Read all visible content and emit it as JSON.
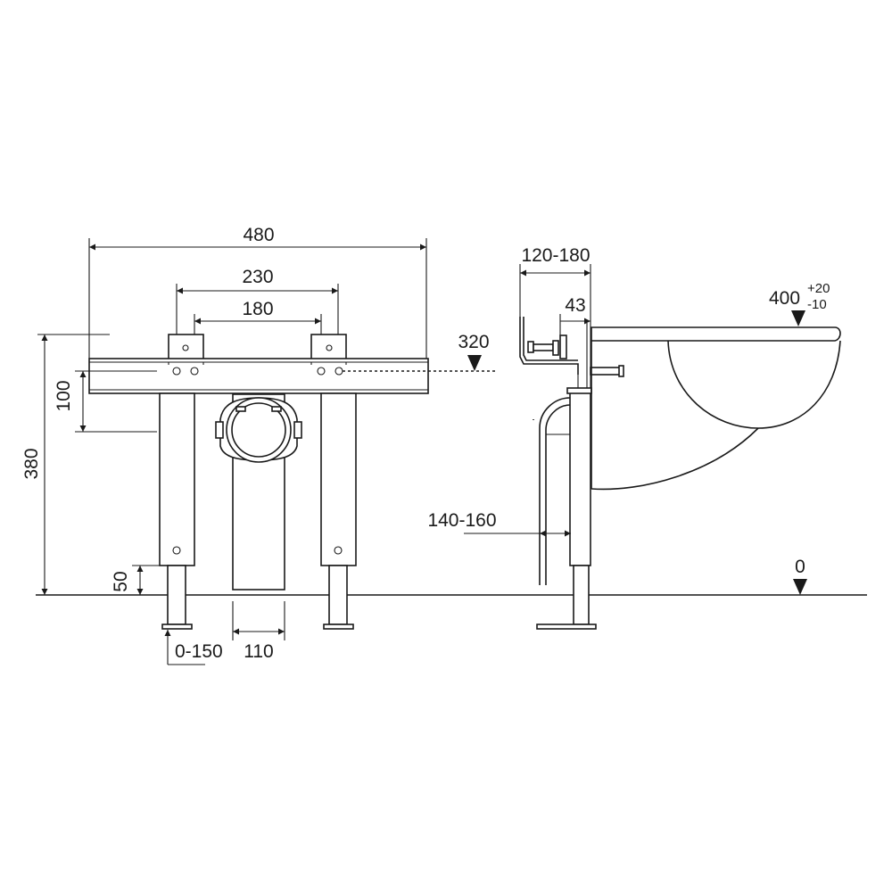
{
  "front_view": {
    "dims": {
      "total_width": "480",
      "bracket_spacing_outer": "230",
      "bracket_spacing_inner": "180",
      "rail_height": "100",
      "total_height": "380",
      "foot_height": "50",
      "foot_adjust": "0-150",
      "pipe_width": "110"
    },
    "level_320": "320"
  },
  "side_view": {
    "dims": {
      "mount_depth": "120-180",
      "bracket_offset": "43",
      "pipe_offset": "140-160"
    },
    "basin_height": {
      "value": "400",
      "tol_plus": "+20",
      "tol_minus": "-10"
    },
    "floor_level": "0"
  },
  "colors": {
    "line": "#1a1a1a",
    "background": "#ffffff"
  }
}
